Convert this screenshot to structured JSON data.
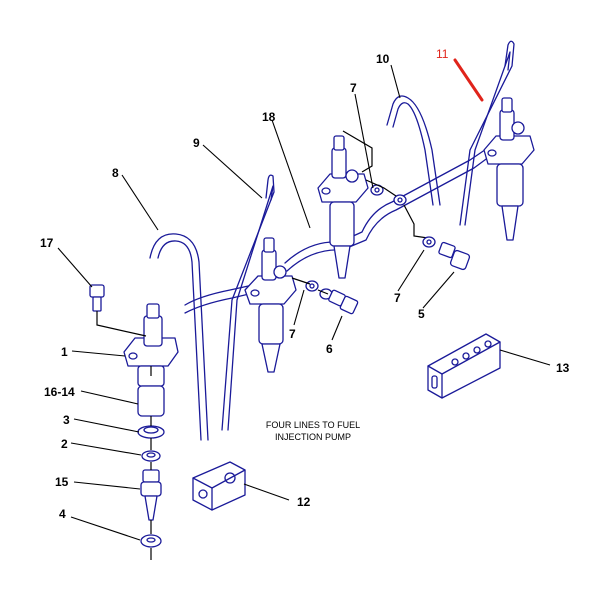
{
  "callouts": {
    "c1": "1",
    "c2": "2",
    "c3": "3",
    "c4": "4",
    "c5": "5",
    "c6": "6",
    "c7a": "7",
    "c7b": "7",
    "c7c": "7",
    "c8": "8",
    "c9": "9",
    "c10": "10",
    "c11": "11",
    "c12": "12",
    "c13": "13",
    "c15": "15",
    "c16_14": "16-14",
    "c17": "17",
    "c18": "18"
  },
  "note": {
    "line1": "FOUR LINES TO FUEL",
    "line2": "INJECTION PUMP"
  },
  "colors": {
    "part_stroke": "#1a1a99",
    "leader": "#000000",
    "highlight": "#e0241b"
  }
}
